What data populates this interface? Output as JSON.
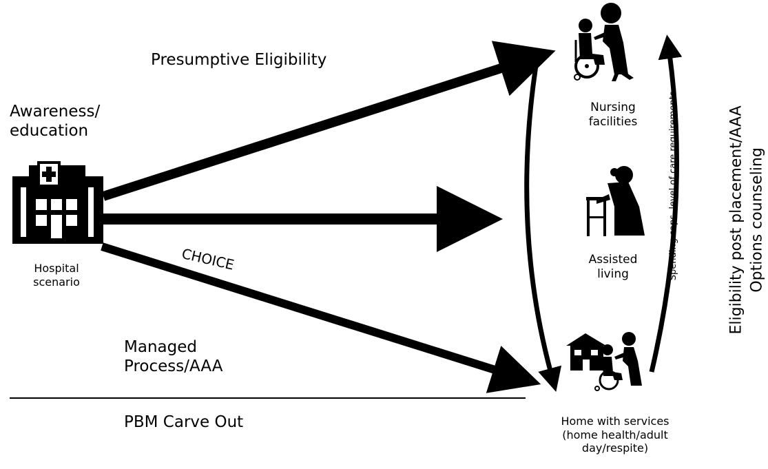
{
  "labels": {
    "presumptive_eligibility": "Presumptive Eligibility",
    "awareness_line1": "Awareness/",
    "awareness_line2": "education",
    "hospital_line1": "Hospital",
    "hospital_line2": "scenario",
    "choice": "CHOICE",
    "managed_line1": "Managed",
    "managed_line2": "Process/AAA",
    "pbm_carve_out": "PBM Carve Out",
    "nursing_line1": "Nursing",
    "nursing_line2": "facilities",
    "assisted_line1": "Assisted",
    "assisted_line2": "living",
    "home_line1": "Home with services",
    "home_line2": "(home health/adult",
    "home_line3": "day/respite)",
    "spending_caps": "Spending caps, level of care requirements",
    "eligibility_post_placement": "Eligibility post placement/AAA",
    "options_counseling": "Options counseling"
  },
  "icons": [
    "hospital-icon",
    "wheelchair-caregiver-icon",
    "elderly-walker-icon",
    "house-icon"
  ],
  "colors": {
    "ink": "#000000",
    "background": "#ffffff"
  }
}
